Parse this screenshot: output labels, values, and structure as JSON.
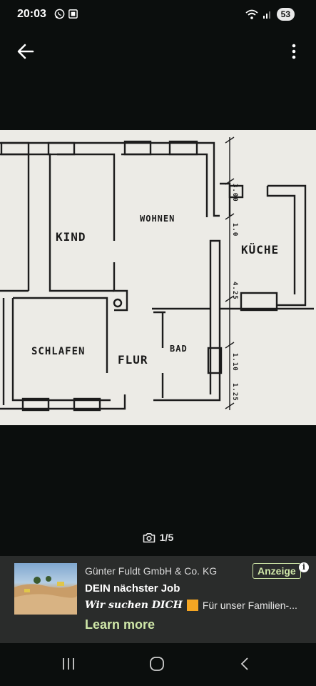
{
  "status": {
    "time": "20:03",
    "battery": "53"
  },
  "gallery": {
    "counter": "1/5"
  },
  "floorplan": {
    "rooms": {
      "kind": "KIND",
      "wohnen": "WOHNEN",
      "kueche": "KÜCHE",
      "schlafen": "SCHLAFEN",
      "flur": "FLUR",
      "bad": "BAD"
    },
    "dimensions": [
      "3.00",
      "1.0",
      "4.25",
      "1.10",
      "1.25"
    ]
  },
  "ad": {
    "company": "Günter Fuldt GmbH & Co. KG",
    "badge": "Anzeige",
    "info": "i",
    "title": "DEIN nächster Job",
    "slogan": "Wir suchen DICH",
    "description": "Für unser Familien-...",
    "cta": "Learn more"
  },
  "colors": {
    "background": "#0b0e0d",
    "ad_background": "#2a2c2b",
    "accent_green": "#cfe7a8",
    "paper": "#ecebe6"
  }
}
